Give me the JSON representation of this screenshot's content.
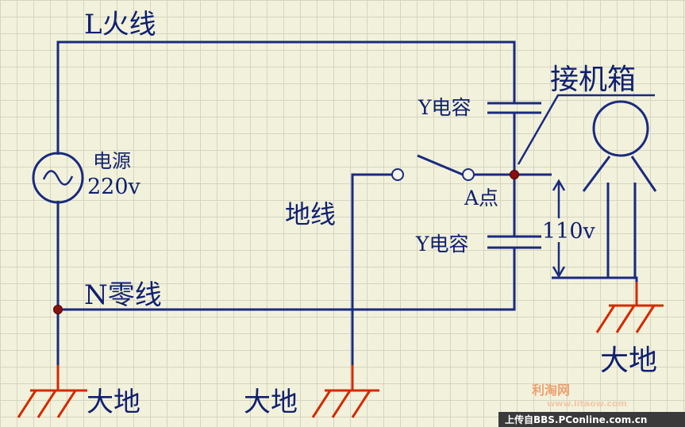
{
  "labels": {
    "live_wire": "L火线",
    "source": "电源",
    "source_voltage": "220v",
    "neutral_wire": "N零线",
    "chassis": "接机箱",
    "y_cap_top": "Y电容",
    "y_cap_bottom": "Y电容",
    "point_a": "A点",
    "ground_wire": "地线",
    "voltage_110": "110v",
    "earth_left": "大地",
    "earth_middle": "大地",
    "earth_right": "大地"
  },
  "watermark": {
    "logo_text": "利淘网",
    "url_text": "www.litaow.com",
    "footer_text": "上传自BBS.PConline.com.cn"
  },
  "colors": {
    "wire": "#1a2a80",
    "ground": "#d42a00",
    "node": "#8b1010",
    "background": "#f2f2dc"
  }
}
